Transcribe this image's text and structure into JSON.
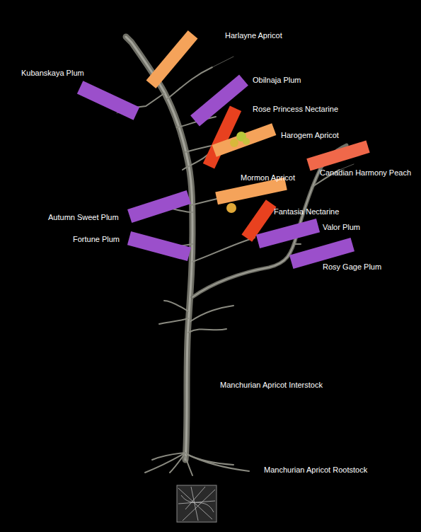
{
  "diagram": {
    "labels": [
      "Harlayne Apricot",
      "Kubanskaya Plum",
      "Obilnaja Plum",
      "Rose Princess Nectarine",
      "Harogem Apricot",
      "Mormon Apricot",
      "Canadian Harmony Peach",
      "Fantasia Nectarine",
      "Autumn Sweet Plum",
      "Valor Plum",
      "Fortune Plum",
      "Rosy Gage Plum",
      "Manchurian Apricot Interstock",
      "Manchurian Apricot Rootstock"
    ]
  }
}
